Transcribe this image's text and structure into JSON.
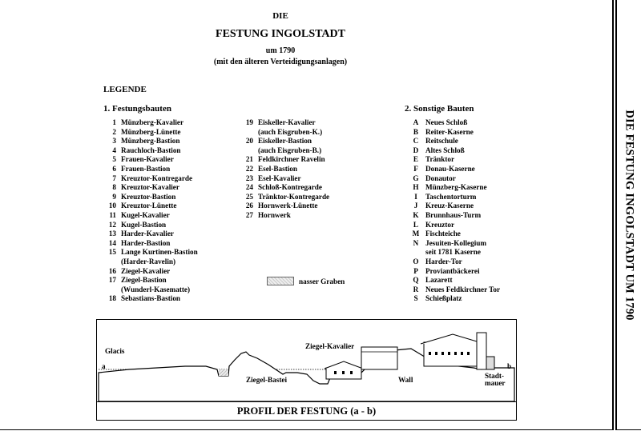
{
  "title": {
    "line1": "DIE",
    "line2": "FESTUNG INGOLSTADT",
    "line3": "um 1790",
    "line4": "(mit den älteren Verteidigungsanlagen)"
  },
  "spine_title": "DIE FESTUNG INGOLSTADT UM 1790",
  "legend": {
    "heading": "LEGENDE",
    "section1": "1. Festungsbauten",
    "section2": "2. Sonstige Bauten",
    "col1": [
      {
        "n": "1",
        "t": "Münzberg-Kavalier"
      },
      {
        "n": "2",
        "t": "Münzberg-Lünette"
      },
      {
        "n": "3",
        "t": "Münzberg-Bastion"
      },
      {
        "n": "4",
        "t": "Rauchloch-Bastion"
      },
      {
        "n": "5",
        "t": "Frauen-Kavalier"
      },
      {
        "n": "6",
        "t": "Frauen-Bastion"
      },
      {
        "n": "7",
        "t": "Kreuztor-Kontregarde"
      },
      {
        "n": "8",
        "t": "Kreuztor-Kavalier"
      },
      {
        "n": "9",
        "t": "Kreuztor-Bastion"
      },
      {
        "n": "10",
        "t": "Kreuztor-Lünette"
      },
      {
        "n": "11",
        "t": "Kugel-Kavalier"
      },
      {
        "n": "12",
        "t": "Kugel-Bastion"
      },
      {
        "n": "13",
        "t": "Harder-Kavalier"
      },
      {
        "n": "14",
        "t": "Harder-Bastion"
      },
      {
        "n": "15",
        "t": "Lange Kurtinen-Bastion",
        "t2": "(Harder-Ravelin)"
      },
      {
        "n": "16",
        "t": "Ziegel-Kavalier"
      },
      {
        "n": "17",
        "t": "Ziegel-Bastion",
        "t2": "(Wunderl-Kasematte)"
      },
      {
        "n": "18",
        "t": "Sebastians-Bastion"
      }
    ],
    "col2": [
      {
        "n": "19",
        "t": "Eiskeller-Kavalier",
        "t2": "(auch Eisgruben-K.)"
      },
      {
        "n": "20",
        "t": "Eiskeller-Bastion",
        "t2": "(auch Eisgruben-B.)"
      },
      {
        "n": "21",
        "t": "Feldkirchner Ravelin"
      },
      {
        "n": "22",
        "t": "Esel-Bastion"
      },
      {
        "n": "23",
        "t": "Esel-Kavalier"
      },
      {
        "n": "24",
        "t": "Schloß-Kontregarde"
      },
      {
        "n": "25",
        "t": "Tränktor-Kontregarde"
      },
      {
        "n": "26",
        "t": "Hornwerk-Lünette"
      },
      {
        "n": "27",
        "t": "Hornwerk"
      }
    ],
    "col3": [
      {
        "n": "A",
        "t": "Neues Schloß"
      },
      {
        "n": "B",
        "t": "Reiter-Kaserne"
      },
      {
        "n": "C",
        "t": "Reitschule"
      },
      {
        "n": "D",
        "t": "Altes Schloß"
      },
      {
        "n": "E",
        "t": "Tränktor"
      },
      {
        "n": "F",
        "t": "Donau-Kaserne"
      },
      {
        "n": "G",
        "t": "Donautor"
      },
      {
        "n": "H",
        "t": "Münzberg-Kaserne"
      },
      {
        "n": "I",
        "t": "Taschentorturm"
      },
      {
        "n": "J",
        "t": "Kreuz-Kaserne"
      },
      {
        "n": "K",
        "t": "Brunnhaus-Turm"
      },
      {
        "n": "L",
        "t": "Kreuztor"
      },
      {
        "n": "M",
        "t": "Fischteiche"
      },
      {
        "n": "N",
        "t": "Jesuiten-Kollegium",
        "t2": "seit 1781 Kaserne"
      },
      {
        "n": "O",
        "t": "Harder-Tor"
      },
      {
        "n": "P",
        "t": "Proviantbäckerei"
      },
      {
        "n": "Q",
        "t": "Lazarett"
      },
      {
        "n": "R",
        "t": "Neues Feldkirchner Tor"
      },
      {
        "n": "S",
        "t": "Schießplatz"
      }
    ],
    "graben_label": "nasser Graben"
  },
  "profile": {
    "caption": "PROFIL DER FESTUNG (a - b)",
    "glacis": "Glacis",
    "point_a": "a",
    "point_b": "b",
    "ziegel_bastei": "Ziegel-Bastei",
    "ziegel_kavalier": "Ziegel-Kavalier",
    "wall": "Wall",
    "stadtmauer_1": "Stadt-",
    "stadtmauer_2": "mauer"
  }
}
